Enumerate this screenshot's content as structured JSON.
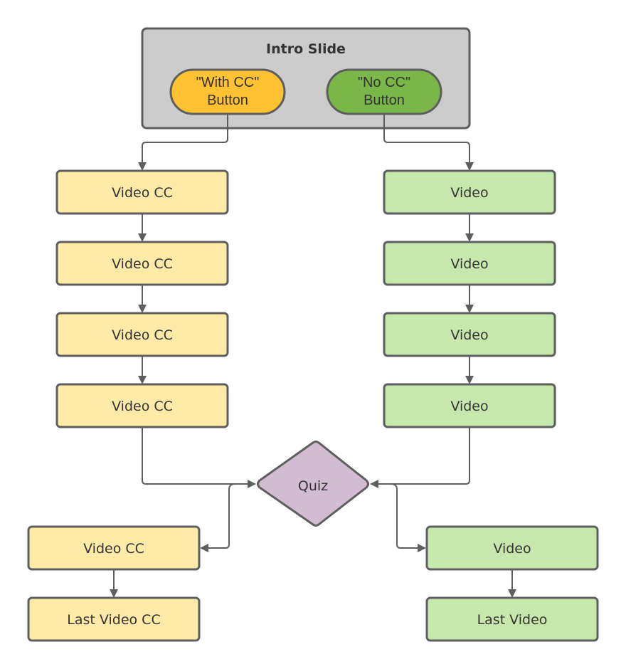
{
  "diagram": {
    "intro": {
      "title": "Intro Slide",
      "with_cc_button": {
        "line1": "\"With CC\"",
        "line2": "Button"
      },
      "no_cc_button": {
        "line1": "\"No CC\"",
        "line2": "Button"
      }
    },
    "cc_path": {
      "videos": [
        "Video CC",
        "Video CC",
        "Video CC",
        "Video CC"
      ],
      "after_quiz": [
        "Video CC",
        "Last Video CC"
      ]
    },
    "no_cc_path": {
      "videos": [
        "Video",
        "Video",
        "Video",
        "Video"
      ],
      "after_quiz": [
        "Video",
        "Last Video"
      ]
    },
    "quiz": {
      "label": "Quiz"
    },
    "colors": {
      "intro_fill": "#cccccc",
      "with_cc_fill": "#ffc233",
      "no_cc_fill": "#7ab648",
      "cc_box_fill": "#ffeaa7",
      "video_box_fill": "#c7e8ac",
      "quiz_fill": "#d1bcd2",
      "stroke": "#5e5e5e",
      "text": "#333333"
    }
  }
}
